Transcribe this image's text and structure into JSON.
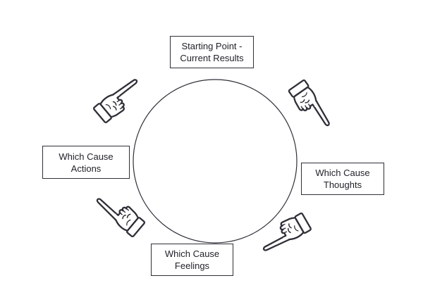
{
  "diagram": {
    "steps": [
      {
        "label": "Starting Point -\nCurrent Results"
      },
      {
        "label": "Which Cause\nThoughts"
      },
      {
        "label": "Which Cause\nFeelings"
      },
      {
        "label": "Which Cause\nActions"
      }
    ],
    "icons": [
      "pointing-hand-icon",
      "pointing-hand-icon",
      "pointing-hand-icon",
      "pointing-hand-icon"
    ],
    "colors": {
      "line": "#2f2f38",
      "hand_fill": "#ffffff",
      "cuff_fill": "#ffffff",
      "background": "#ffffff"
    }
  }
}
